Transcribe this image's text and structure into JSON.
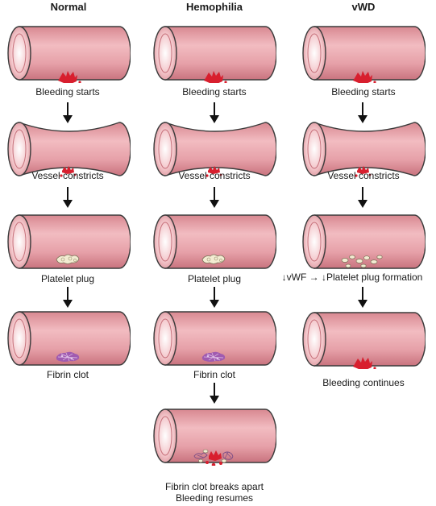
{
  "columns": {
    "normal": {
      "title": "Normal",
      "steps": [
        "Bleeding starts",
        "Vessel constricts",
        "Platelet plug",
        "Fibrin clot"
      ]
    },
    "hemophilia": {
      "title": "Hemophilia",
      "steps": [
        "Bleeding starts",
        "Vessel constricts",
        "Platelet plug",
        "Fibrin clot"
      ],
      "final_lines": [
        "Fibrin clot breaks apart",
        "Bleeding resumes"
      ]
    },
    "vwd": {
      "title": "vWD",
      "steps": [
        "Bleeding starts",
        "Vessel constricts",
        "↓vWF → ↓Platelet plug formation",
        "Bleeding continues"
      ]
    }
  },
  "colors": {
    "vessel_fill": "#e9a7ad",
    "vessel_shade": "#d98a93",
    "vessel_stroke": "#3b3b3b",
    "blood": "#d81f2e",
    "platelet": "#f3ecd2",
    "fibrin": "#a05bb0"
  }
}
